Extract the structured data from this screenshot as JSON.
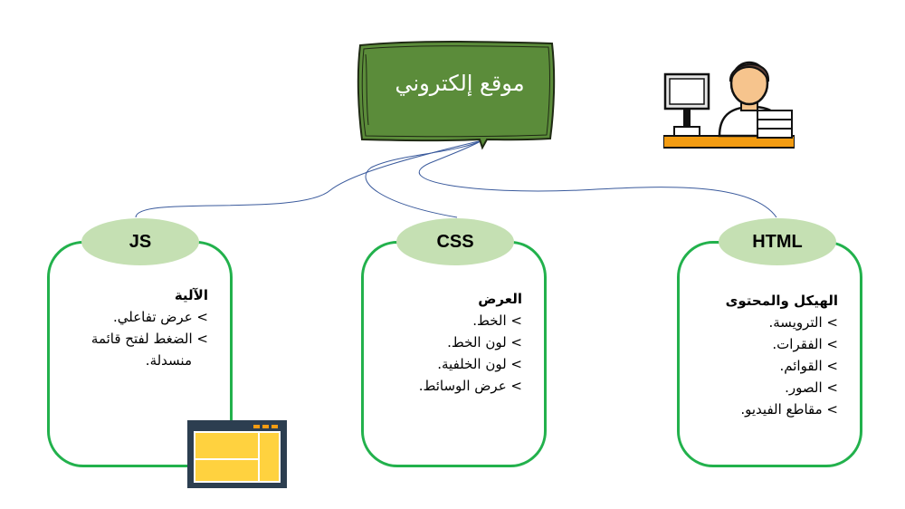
{
  "center_node": {
    "label": "موقع إلكتروني"
  },
  "cards": [
    {
      "id": "js",
      "title": "JS",
      "heading": "الآلية",
      "items": [
        "> عرض تفاعلي.",
        "> الضغط لفتح قائمة",
        "منسدلة."
      ]
    },
    {
      "id": "css",
      "title": "CSS",
      "heading": "العرض",
      "items": [
        "> الخط.",
        "> لون الخط.",
        "> لون الخلفية.",
        "> عرض الوسائط."
      ]
    },
    {
      "id": "html",
      "title": "HTML",
      "heading": "الهيكل والمحتوى",
      "items": [
        "> الترويسة.",
        "> الفقرات.",
        "> القوائم.",
        "> الصور.",
        "> مقاطع الفيديو."
      ]
    }
  ],
  "icons": [
    "developer-at-computer-icon",
    "browser-window-icon"
  ],
  "colors": {
    "sign_green": "#5b8c3a",
    "card_border": "#22b14c",
    "tab_fill": "#c5e0b3",
    "connector": "#3a5a9c"
  }
}
